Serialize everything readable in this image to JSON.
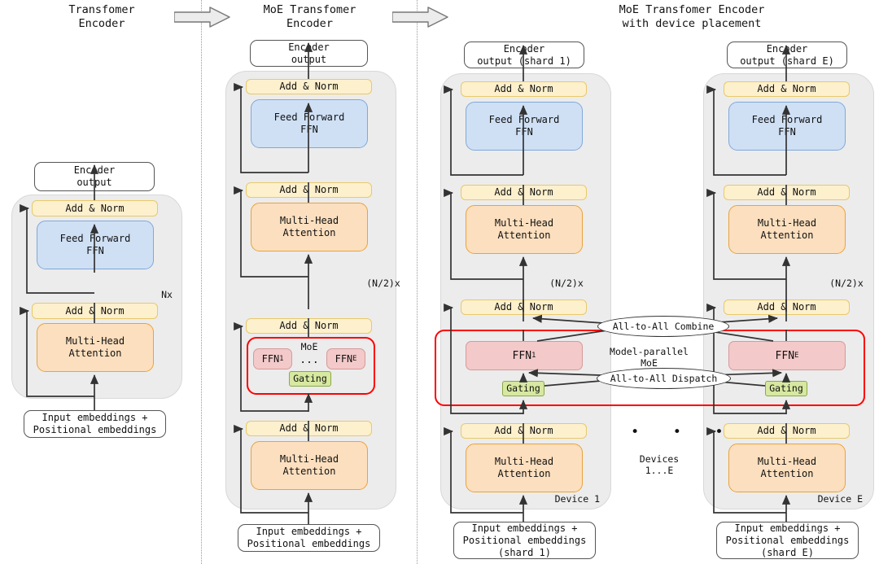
{
  "figure": {
    "type": "architecture-diagram",
    "panels": [
      {
        "id": "transformer-encoder",
        "title": "Transfomer\nEncoder",
        "repeat_label": "Nx",
        "output_box": "Encoder\noutput",
        "input_box": "Input embeddings +\nPositional embeddings",
        "blocks": [
          {
            "name": "add-norm-top",
            "label": "Add & Norm",
            "color": "#fdf0cd"
          },
          {
            "name": "feed-forward",
            "label": "Feed Forward\nFFN",
            "color": "#cfe0f5"
          },
          {
            "name": "add-norm-bottom",
            "label": "Add & Norm",
            "color": "#fdf0cd"
          },
          {
            "name": "multi-head-attention",
            "label": "Multi-Head\nAttention",
            "color": "#fcdfbe"
          }
        ]
      },
      {
        "id": "moe-transformer-encoder",
        "title": "MoE Transfomer\nEncoder",
        "repeat_label": "(N/2)x",
        "output_box": "Encoder\noutput",
        "input_box": "Input embeddings +\nPositional embeddings",
        "moe_label": "MoE",
        "moe_experts": [
          "FFN",
          "FFN"
        ],
        "moe_expert_subs": [
          "1",
          "E"
        ],
        "moe_ellipsis": "...",
        "gating_label": "Gating",
        "blocks": [
          {
            "name": "add-norm-top",
            "label": "Add & Norm",
            "color": "#fdf0cd"
          },
          {
            "name": "feed-forward",
            "label": "Feed Forward\nFFN",
            "color": "#cfe0f5"
          },
          {
            "name": "add-norm-mid-upper",
            "label": "Add & Norm",
            "color": "#fdf0cd"
          },
          {
            "name": "multi-head-attention-upper",
            "label": "Multi-Head\nAttention",
            "color": "#fcdfbe"
          },
          {
            "name": "add-norm-moe",
            "label": "Add & Norm",
            "color": "#fdf0cd"
          },
          {
            "name": "add-norm-bottom",
            "label": "Add & Norm",
            "color": "#fdf0cd"
          },
          {
            "name": "multi-head-attention-lower",
            "label": "Multi-Head\nAttention",
            "color": "#fcdfbe"
          }
        ]
      },
      {
        "id": "moe-transformer-encoder-device-placement",
        "title": "MoE Transfomer Encoder\nwith device placement",
        "devices": [
          {
            "id": "device-1",
            "device_label": "Device 1",
            "repeat_label": "(N/2)x",
            "output_box": "Encoder\noutput (shard 1)",
            "input_box": "Input embeddings +\nPositional embeddings\n(shard 1)",
            "expert_label": "FFN",
            "expert_sub": "1",
            "gating_label": "Gating",
            "blocks": [
              {
                "name": "add-norm-top",
                "label": "Add & Norm"
              },
              {
                "name": "feed-forward",
                "label": "Feed Forward\nFFN"
              },
              {
                "name": "add-norm-mid-upper",
                "label": "Add & Norm"
              },
              {
                "name": "multi-head-attention-upper",
                "label": "Multi-Head\nAttention"
              },
              {
                "name": "add-norm-moe",
                "label": "Add & Norm"
              },
              {
                "name": "add-norm-bottom",
                "label": "Add & Norm"
              },
              {
                "name": "multi-head-attention-lower",
                "label": "Multi-Head\nAttention"
              }
            ]
          },
          {
            "id": "device-e",
            "device_label": "Device E",
            "repeat_label": "(N/2)x",
            "output_box": "Encoder\noutput (shard E)",
            "input_box": "Input embeddings +\nPositional embeddings\n(shard E)",
            "expert_label": "FFN",
            "expert_sub": "E",
            "gating_label": "Gating",
            "blocks": [
              {
                "name": "add-norm-top",
                "label": "Add & Norm"
              },
              {
                "name": "feed-forward",
                "label": "Feed Forward\nFFN"
              },
              {
                "name": "add-norm-mid-upper",
                "label": "Add & Norm"
              },
              {
                "name": "multi-head-attention-upper",
                "label": "Multi-Head\nAttention"
              },
              {
                "name": "add-norm-moe",
                "label": "Add & Norm"
              },
              {
                "name": "add-norm-bottom",
                "label": "Add & Norm"
              },
              {
                "name": "multi-head-attention-lower",
                "label": "Multi-Head\nAttention"
              }
            ]
          }
        ],
        "model_parallel_label": "Model-parallel\nMoE",
        "all_to_all_combine": "All-to-All Combine",
        "all_to_all_dispatch": "All-to-All Dispatch",
        "devices_ellipsis": "•  •  •",
        "devices_range_label": "Devices\n1...E"
      }
    ],
    "colors": {
      "add_norm": "#fdf0cd",
      "feed_forward": "#cfe0f5",
      "attention": "#fcdfbe",
      "expert": "#f3c9c9",
      "gating": "#d7e8a0",
      "moe_outline": "#ff0000",
      "encoder_bg": "#ececec",
      "wire": "#333333"
    }
  }
}
